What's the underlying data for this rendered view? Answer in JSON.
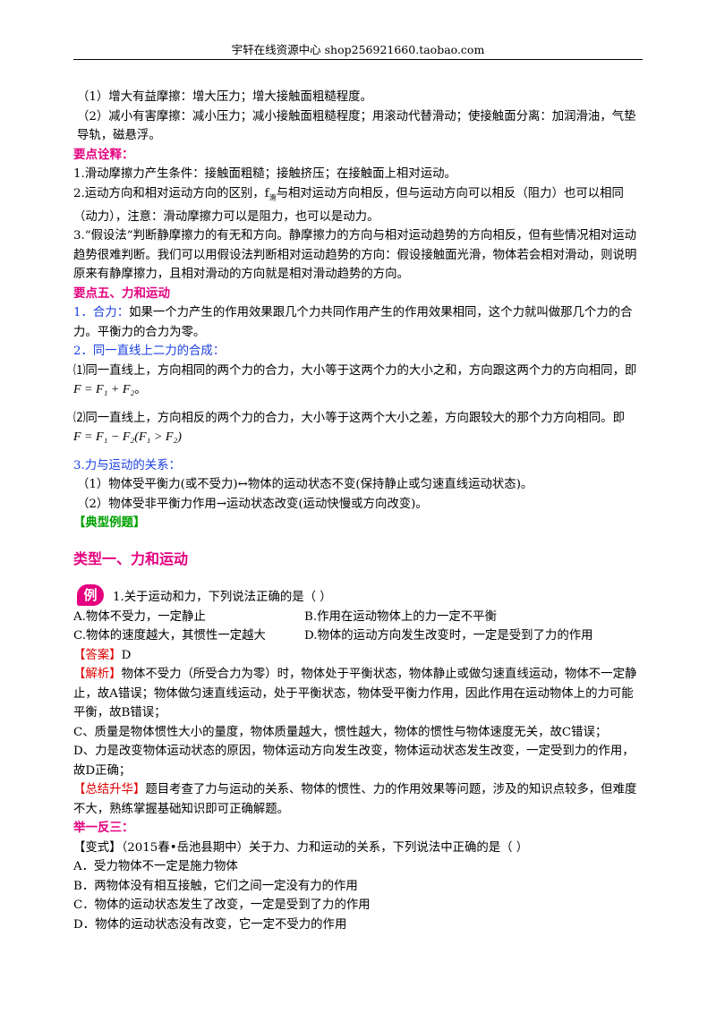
{
  "header": {
    "text": "宇轩在线资源中心   shop256921660.taobao.com"
  },
  "friction": {
    "increase": "（1）增大有益摩擦：增大压力；增大接触面粗糙程度。",
    "decrease": "（2）减小有害摩擦：减小压力；减小接触面粗糙程度；用滚动代替滑动；使接触面分离：加润滑油，气垫导轨，磁悬浮。"
  },
  "key_points": {
    "title": "要点诠释：",
    "p1": "1.滑动摩擦力产生条件：接触面粗糙；接触挤压；在接触面上相对运动。",
    "p2_a": "2.运动方向和相对运动方向的区别，f",
    "p2_sub": "滑",
    "p2_b": "与相对运动方向相反，但与运动方向可以相反（阻力）也可以相同（动力），注意：滑动摩擦力可以是阻力，也可以是动力。",
    "p3": "3.“假设法”判断静摩擦力的有无和方向。静摩擦力的方向与相对运动趋势的方向相反，但有些情况相对运动趋势很难判断。我们可以用假设法判断相对运动趋势的方向：假设接触面光滑，物体若会相对滑动，则说明原来有静摩擦力，且相对滑动的方向就是相对滑动趋势的方向。"
  },
  "section5": {
    "title": "要点五、力和运动",
    "resultant_label": "1．合力：",
    "resultant_text": "如果一个力产生的作用效果跟几个力共同作用产生的作用效果相同，这个力就叫做那几个力的合力。平衡力的合力为零。",
    "colinear_title": "2．同一直线上二力的合成：",
    "same_dir_a": "⑴同一直线上，方向相同的两个力的合力，大小等于这两个力的大小之和，方向跟这两个力的方向相同，即",
    "same_dir_formula": "F = F₁ + F₂",
    "same_dir_end": "。",
    "opp_dir": "⑵同一直线上，方向相反的两个力的合力，大小等于这两个大小之差，方向跟较大的那个力方向相同。即",
    "opp_dir_formula": "F = F₁ − F₂(F₁ > F₂)",
    "relation_title": "3.力与运动的关系：",
    "relation_1": "（1）物体受平衡力(或不受力)↔物体的运动状态不变(保持静止或匀速直线运动状态)。",
    "relation_2": "（2）物体受非平衡力作用→运动状态改变(运动快慢或方向改变)。"
  },
  "examples": {
    "title": "【典型例题】",
    "type1": "类型一、力和运动",
    "badge": "例",
    "q1": "1.关于运动和力，下列说法正确的是（      ）",
    "options": [
      "A.物体不受力，一定静止",
      "B.作用在运动物体上的力一定不平衡",
      "C.物体的速度越大，其惯性一定越大",
      "D.物体的运动方向发生改变时，一定是受到了力的作用"
    ],
    "answer_label": "【答案】",
    "answer": "D",
    "analysis_label": "【解析】",
    "analysis_1": "物体不受力（所受合力为零）时，物体处于平衡状态，物体静止或做匀速直线运动，物体不一定静止，故A错误；物体做匀速直线运动，处于平衡状态，物体受平衡力作用，因此作用在运动物体上的力可能平衡，故B错误；",
    "analysis_2": "C、质量是物体惯性大小的量度，物体质量越大，惯性越大，物体的惯性与物体速度无关，故C错误；",
    "analysis_3": "D、力是改变物体运动状态的原因，物体运动方向发生改变，物体运动状态发生改变，一定受到力的作用，故D正确；",
    "summary_label": "【总结升华】",
    "summary": "题目考查了力与运动的关系、物体的惯性、力的作用效果等问题，涉及的知识点较多，但难度不大，熟练掌握基础知识即可正确解题。",
    "practice_title": "举一反三：",
    "variant_label": "【变式】",
    "variant_q": "（2015春•岳池县期中）关于力、力和运动的关系，下列说法中正确的是（      ）",
    "variant_options": [
      "A．受力物体不一定是施力物体",
      "B．两物体没有相互接触，它们之间一定没有力的作用",
      "C．物体的运动状态发生了改变，一定是受到了力的作用",
      "D．物体的运动状态没有改变，它一定不受力的作用"
    ]
  }
}
